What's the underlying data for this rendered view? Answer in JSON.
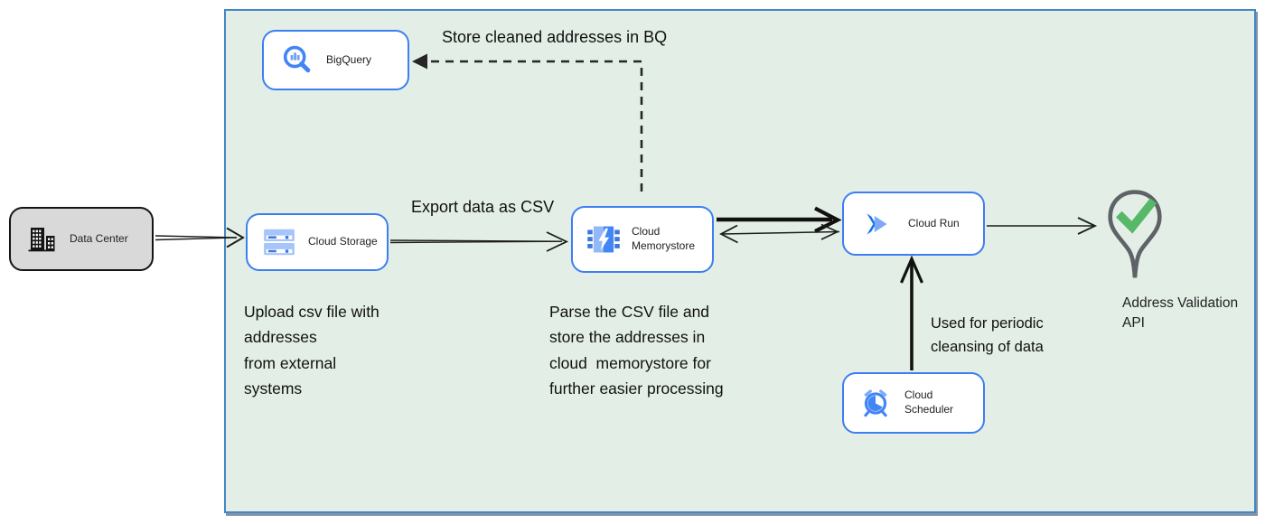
{
  "colors": {
    "container_fill": "#e3efe6",
    "container_border": "#4586c6",
    "node_border": "#3d7ef2",
    "gcp_blue": "#4285f4",
    "gcp_blue_light": "#a6c5fa",
    "check_green": "#57b868",
    "pin_gray": "#5f6368",
    "datacenter_fill": "#d9d9d9",
    "connector_black": "#111111"
  },
  "nodes": {
    "data_center": {
      "label": "Data Center",
      "icon": "building-icon"
    },
    "bigquery": {
      "label": "BigQuery",
      "icon": "bigquery-icon"
    },
    "cloud_storage": {
      "label": "Cloud Storage",
      "icon": "cloud-storage-icon"
    },
    "cloud_memorystore": {
      "label": "Cloud Memorystore",
      "icon": "memorystore-icon"
    },
    "cloud_run": {
      "label": "Cloud Run",
      "icon": "cloud-run-icon"
    },
    "cloud_scheduler": {
      "label": "Cloud Scheduler",
      "icon": "cloud-scheduler-icon"
    },
    "address_validation": {
      "label": "Address Validation\nAPI",
      "icon": "location-pin-check-icon"
    }
  },
  "annotations": {
    "store_cleaned": "Store cleaned addresses in BQ",
    "export_csv": "Export data as CSV",
    "upload_note": "Upload csv file with\naddresses\nfrom external\nsystems",
    "parse_note": "Parse the CSV file and\nstore the addresses in\ncloud  memorystore for\nfurther easier processing",
    "periodic_note": "Used for periodic\ncleansing of data"
  }
}
